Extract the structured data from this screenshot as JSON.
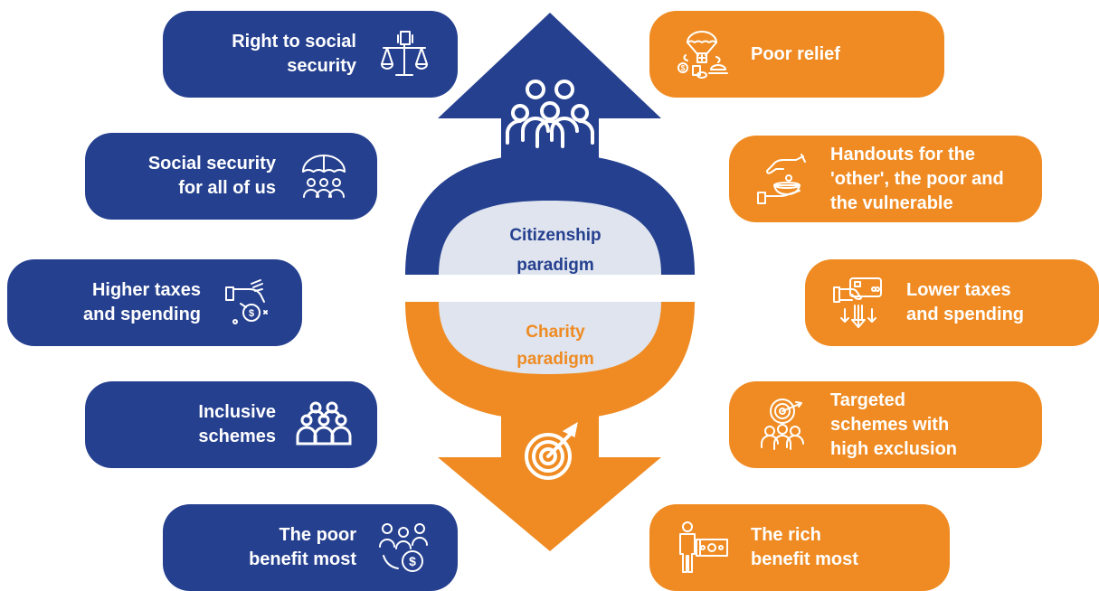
{
  "center": {
    "citizenship_label": [
      "Citizenship",
      "paradigm"
    ],
    "charity_label": [
      "Charity",
      "paradigm"
    ],
    "colors": {
      "blue": "#25408f",
      "orange": "#ef8b22",
      "oval": "#dfe4ee"
    }
  },
  "citizenship_items": [
    {
      "lines": [
        "Right to social",
        "security"
      ],
      "icon": "scales-of-justice-icon"
    },
    {
      "lines": [
        "Social security",
        "for all of us"
      ],
      "icon": "umbrella-people-icon"
    },
    {
      "lines": [
        "Higher taxes",
        "and spending"
      ],
      "icon": "hand-coin-icon"
    },
    {
      "lines": [
        "Inclusive",
        "schemes"
      ],
      "icon": "group-icon"
    },
    {
      "lines": [
        "The poor",
        "benefit most"
      ],
      "icon": "people-money-icon"
    }
  ],
  "charity_items": [
    {
      "lines": [
        "Poor relief"
      ],
      "icon": "parachute-aid-icon"
    },
    {
      "lines": [
        "Handouts for the",
        "'other', the poor and",
        "the vulnerable"
      ],
      "icon": "handout-icon"
    },
    {
      "lines": [
        "Lower taxes",
        "and spending"
      ],
      "icon": "card-payment-icon"
    },
    {
      "lines": [
        "Targeted",
        "schemes with",
        "high exclusion"
      ],
      "icon": "target-people-icon"
    },
    {
      "lines": [
        "The rich",
        "benefit most"
      ],
      "icon": "person-cash-icon"
    }
  ]
}
